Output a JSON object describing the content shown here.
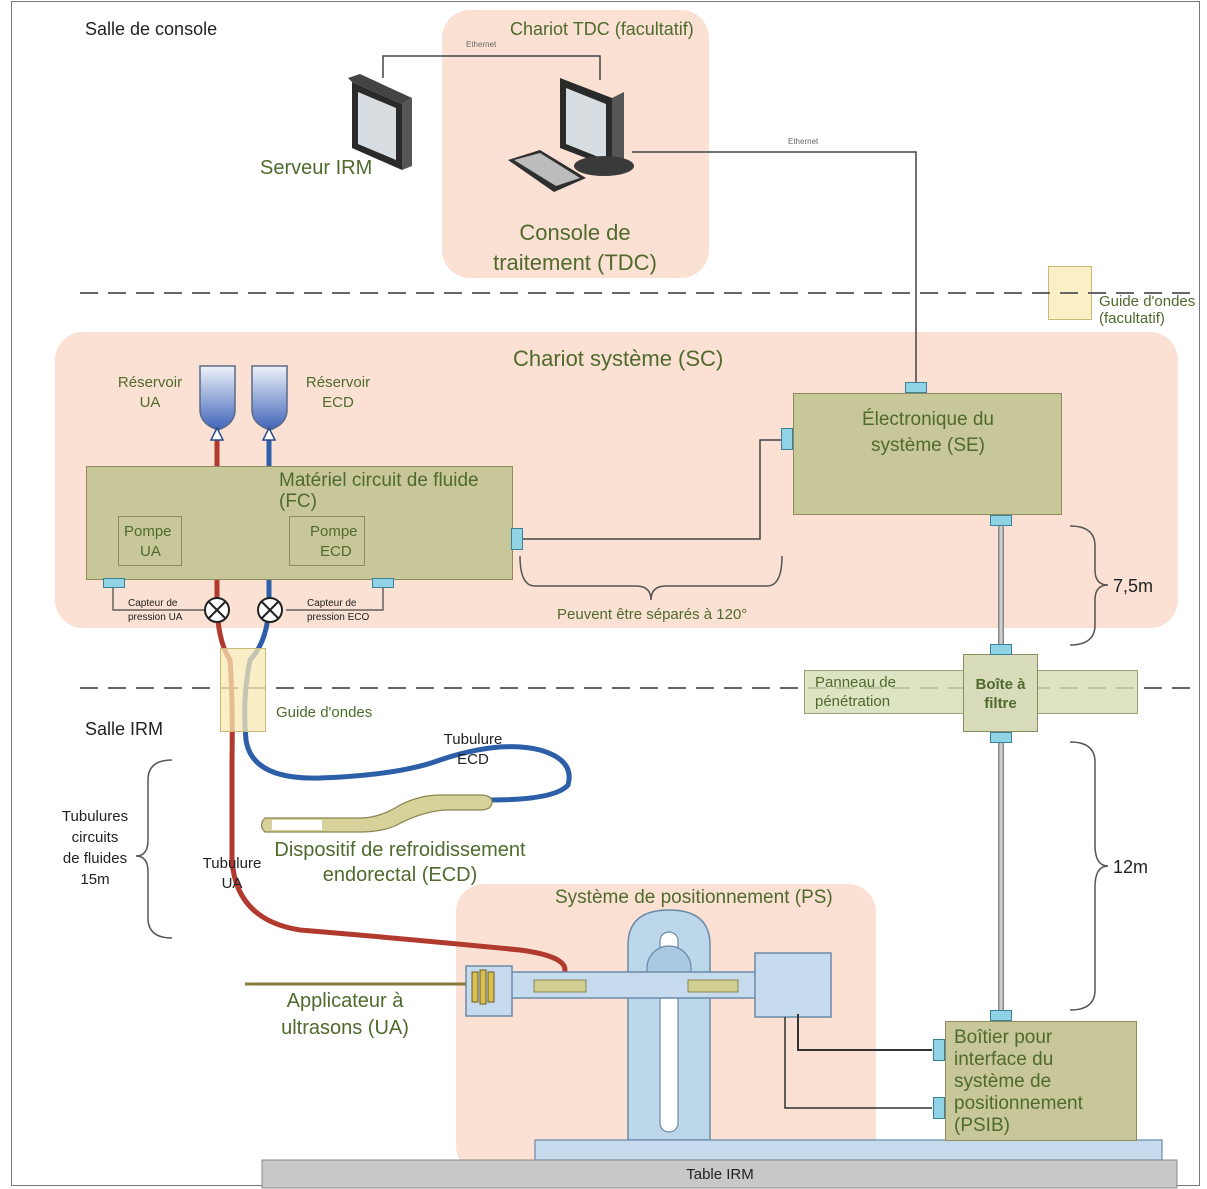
{
  "rooms": {
    "console_room": "Salle de console",
    "mri_room": "Salle IRM"
  },
  "tdc_cart": {
    "title": "Chariot TDC (facultatif)",
    "console_line1": "Console de",
    "console_line2": "traitement (TDC)",
    "ethernet_top": "Ethernet",
    "ethernet_right": "Ethernet"
  },
  "mri_server": "Serveur IRM",
  "waveguide_optional": {
    "line1": "Guide d'ondes",
    "line2": "(facultatif)"
  },
  "system_cart": {
    "title": "Chariot système (SC)",
    "reservoir_ua": {
      "line1": "Réservoir",
      "line2": "UA"
    },
    "reservoir_ecd": {
      "line1": "Réservoir",
      "line2": "ECD"
    },
    "fluid_circuit": {
      "line1": "Matériel circuit de fluide",
      "line2": "(FC)"
    },
    "pump_ua": {
      "line1": "Pompe",
      "line2": "UA"
    },
    "pump_ecd": {
      "line1": "Pompe",
      "line2": "ECD"
    },
    "pressure_ua": {
      "line1": "Capteur de",
      "line2": "pression UA"
    },
    "pressure_eco": {
      "line1": "Capteur de",
      "line2": "pression ECO"
    },
    "separable": "Peuvent être séparés à 120°",
    "electronics": {
      "line1": "Électronique du",
      "line2": "système (SE)"
    }
  },
  "distance_short": "7,5m",
  "distance_long": "12m",
  "penetration_panel": {
    "line1": "Panneau de",
    "line2": "pénétration"
  },
  "filter_box": {
    "line1": "Boîte à",
    "line2": "filtre"
  },
  "waveguide": "Guide d'ondes",
  "tubing_ecd": {
    "line1": "Tubulure",
    "line2": "ECD"
  },
  "tubing_ua": {
    "line1": "Tubulure",
    "line2": "UA"
  },
  "fluid_tubing": {
    "line1": "Tubulures",
    "line2": "circuits",
    "line3": "de fluides",
    "line4": "15m"
  },
  "ecd_device": {
    "line1": "Dispositif de refroidissement",
    "line2": "endorectal (ECD)"
  },
  "positioning": {
    "title": "Système de positionnement (PS)",
    "applicator_line1": "Applicateur à",
    "applicator_line2": "ultrasons (UA)",
    "psib": {
      "line1": "Boîtier pour",
      "line2": "interface du",
      "line3": "système de",
      "line4": "positionnement",
      "line5": "(PSIB)"
    }
  },
  "mri_table": "Table IRM",
  "colors": {
    "zone_fill": "#fbe1d3",
    "box_fill": "#c8c79a",
    "connector": "#8fd3e4",
    "tube_ua": "#b03a2e",
    "tube_ecd": "#2d5fa8",
    "label_green": "#4f6a2c"
  }
}
